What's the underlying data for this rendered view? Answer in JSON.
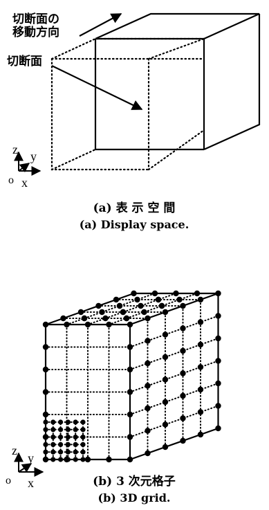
{
  "panel_a": {
    "label_move_line1": "切断面の",
    "label_move_line2": "移動方向",
    "label_plane": "切断面",
    "axes": {
      "z": "z",
      "y": "y",
      "origin": "o",
      "x": "x"
    },
    "caption_jp": "(a)  表 示 空 間",
    "caption_en": "(a)  Display space."
  },
  "panel_b": {
    "axes": {
      "z": "z",
      "y": "y",
      "origin": "o",
      "x": "x"
    },
    "caption_jp": "(b)  3 次元格子",
    "caption_en": "(b)  3D grid."
  },
  "colors": {
    "ink": "#000000",
    "paper": "#ffffff"
  }
}
